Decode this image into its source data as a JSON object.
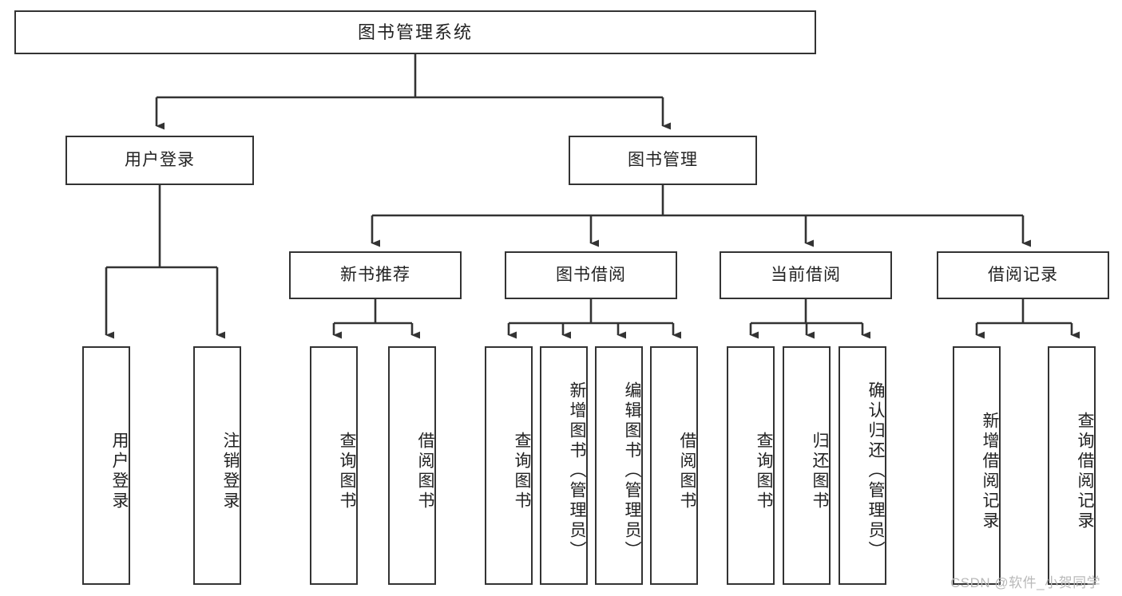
{
  "diagram": {
    "title": "图书管理系统",
    "type": "hierarchy-tree",
    "orientation": "top-down",
    "box_fill": "#ffffff",
    "box_stroke": "#333333",
    "edge_stroke": "#333333",
    "background": "#ffffff"
  },
  "nodes": {
    "root": {
      "label": "图书管理系统",
      "level": 1
    },
    "level2": [
      {
        "id": "user-login",
        "label": "用户登录"
      },
      {
        "id": "book-management",
        "label": "图书管理"
      }
    ],
    "level3": [
      {
        "id": "new-book-recommend",
        "label": "新书推荐"
      },
      {
        "id": "book-borrow",
        "label": "图书借阅"
      },
      {
        "id": "current-borrow",
        "label": "当前借阅"
      },
      {
        "id": "borrow-record",
        "label": "借阅记录"
      }
    ],
    "leaves": {
      "user-login": [
        {
          "id": "leaf-user-login",
          "label": "用户登录"
        },
        {
          "id": "leaf-user-logout",
          "label": "注销登录"
        }
      ],
      "new-book-recommend": [
        {
          "id": "leaf-query-book-1",
          "label": "查询图书"
        },
        {
          "id": "leaf-borrow-book-1",
          "label": "借阅图书"
        }
      ],
      "book-borrow": [
        {
          "id": "leaf-query-book-2",
          "label": "查询图书"
        },
        {
          "id": "leaf-add-book",
          "label": "新增图书（管理员）"
        },
        {
          "id": "leaf-edit-book",
          "label": "编辑图书（管理员）"
        },
        {
          "id": "leaf-borrow-book-2",
          "label": "借阅图书"
        }
      ],
      "current-borrow": [
        {
          "id": "leaf-query-book-3",
          "label": "查询图书"
        },
        {
          "id": "leaf-return-book",
          "label": "归还图书"
        },
        {
          "id": "leaf-confirm-return",
          "label": "确认归还（管理员）"
        }
      ],
      "borrow-record": [
        {
          "id": "leaf-add-record",
          "label": "新增借阅记录"
        },
        {
          "id": "leaf-query-record",
          "label": "查询借阅记录"
        }
      ]
    }
  },
  "watermark": {
    "text": "CSDN @软件_小贺同学",
    "color": "#b9b9b9"
  }
}
